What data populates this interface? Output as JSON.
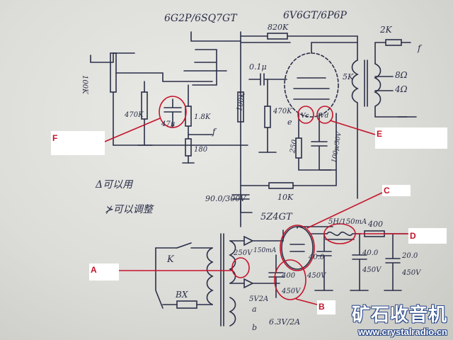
{
  "tubes": {
    "preamp": "6G2P/6SQ7GT",
    "output": "6V6GT/6P6P",
    "rectifier": "5Z4GT"
  },
  "components": {
    "r_feedback": "820K",
    "r_volume": "100K",
    "c_input": "47μ",
    "r_cathode_pre": "1.8K",
    "r_180": "180",
    "r_grid": "470K",
    "r_plate_load": "100K",
    "c_coupling": "0.1μ",
    "r_grid_out": "470K",
    "r_cathode_out": "250",
    "c_cathode_out": "100μ/50V",
    "transformer_out": "5K",
    "r_nfb": "2K",
    "tap_8": "8Ω",
    "tap_4": "4Ω",
    "r_10k": "10K",
    "c_filter_main": "90.0/300V",
    "choke": "5H/150mA",
    "r_400": "400",
    "c_40a": "40.0",
    "c_40a_v": "450V",
    "c_40b": "40.0",
    "c_40b_v": "450V",
    "c_20": "20.0",
    "c_20_v": "450V",
    "c_400": "400",
    "c_400_v": "450V",
    "pt_hv": "250V",
    "pt_hv_a": "150mA",
    "pt_5v": "5V2A",
    "pt_6v": "6.3V/2A",
    "switch": "K",
    "fuse": "BX"
  },
  "nodes": {
    "e": "e",
    "f1": "f",
    "f2": "f",
    "vc": "Vc",
    "vd": "Vd",
    "a": "a",
    "b": "b"
  },
  "notes": {
    "line1": "Δ可以用",
    "line2": "⊁可以调整"
  },
  "labels": {
    "A": "A",
    "B": "B",
    "C": "C",
    "D": "D",
    "E": "E",
    "F": "F"
  },
  "watermark": {
    "title": "矿石收音机",
    "url": "www.crystalradio.cn"
  },
  "colors": {
    "ink": "#2a2f48",
    "annotation": "#c4142a",
    "paper": "#e2e2de"
  }
}
